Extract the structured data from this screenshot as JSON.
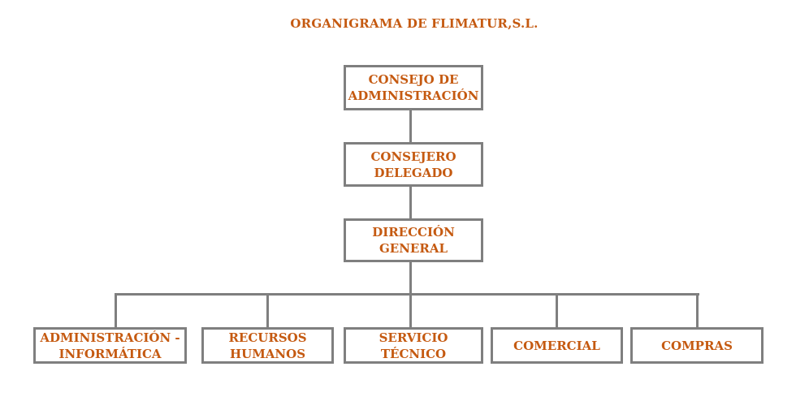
{
  "chart": {
    "title": "ORGANIGRAMA DE FLIMATUR,S.L.",
    "nodes": {
      "consejo_administracion": {
        "line1": "CONSEJO DE",
        "line2": "ADMINISTRACIÓN"
      },
      "consejero_delegado": {
        "line1": "CONSEJERO",
        "line2": "DELEGADO"
      },
      "direccion_general": {
        "line1": "DIRECCIÓN",
        "line2": "GENERAL"
      },
      "departments": [
        {
          "line1": "ADMINISTRACIÓN -",
          "line2": "INFORMÁTICA"
        },
        {
          "line1": "RECURSOS",
          "line2": "HUMANOS"
        },
        {
          "line1": "SERVICIO",
          "line2": "TÉCNICO"
        },
        {
          "line1": "COMERCIAL",
          "line2": ""
        },
        {
          "line1": "COMPRAS",
          "line2": ""
        }
      ]
    }
  },
  "colors": {
    "text": "#C55A11",
    "border": "#7F7F7F",
    "background": "#FFFFFF"
  }
}
